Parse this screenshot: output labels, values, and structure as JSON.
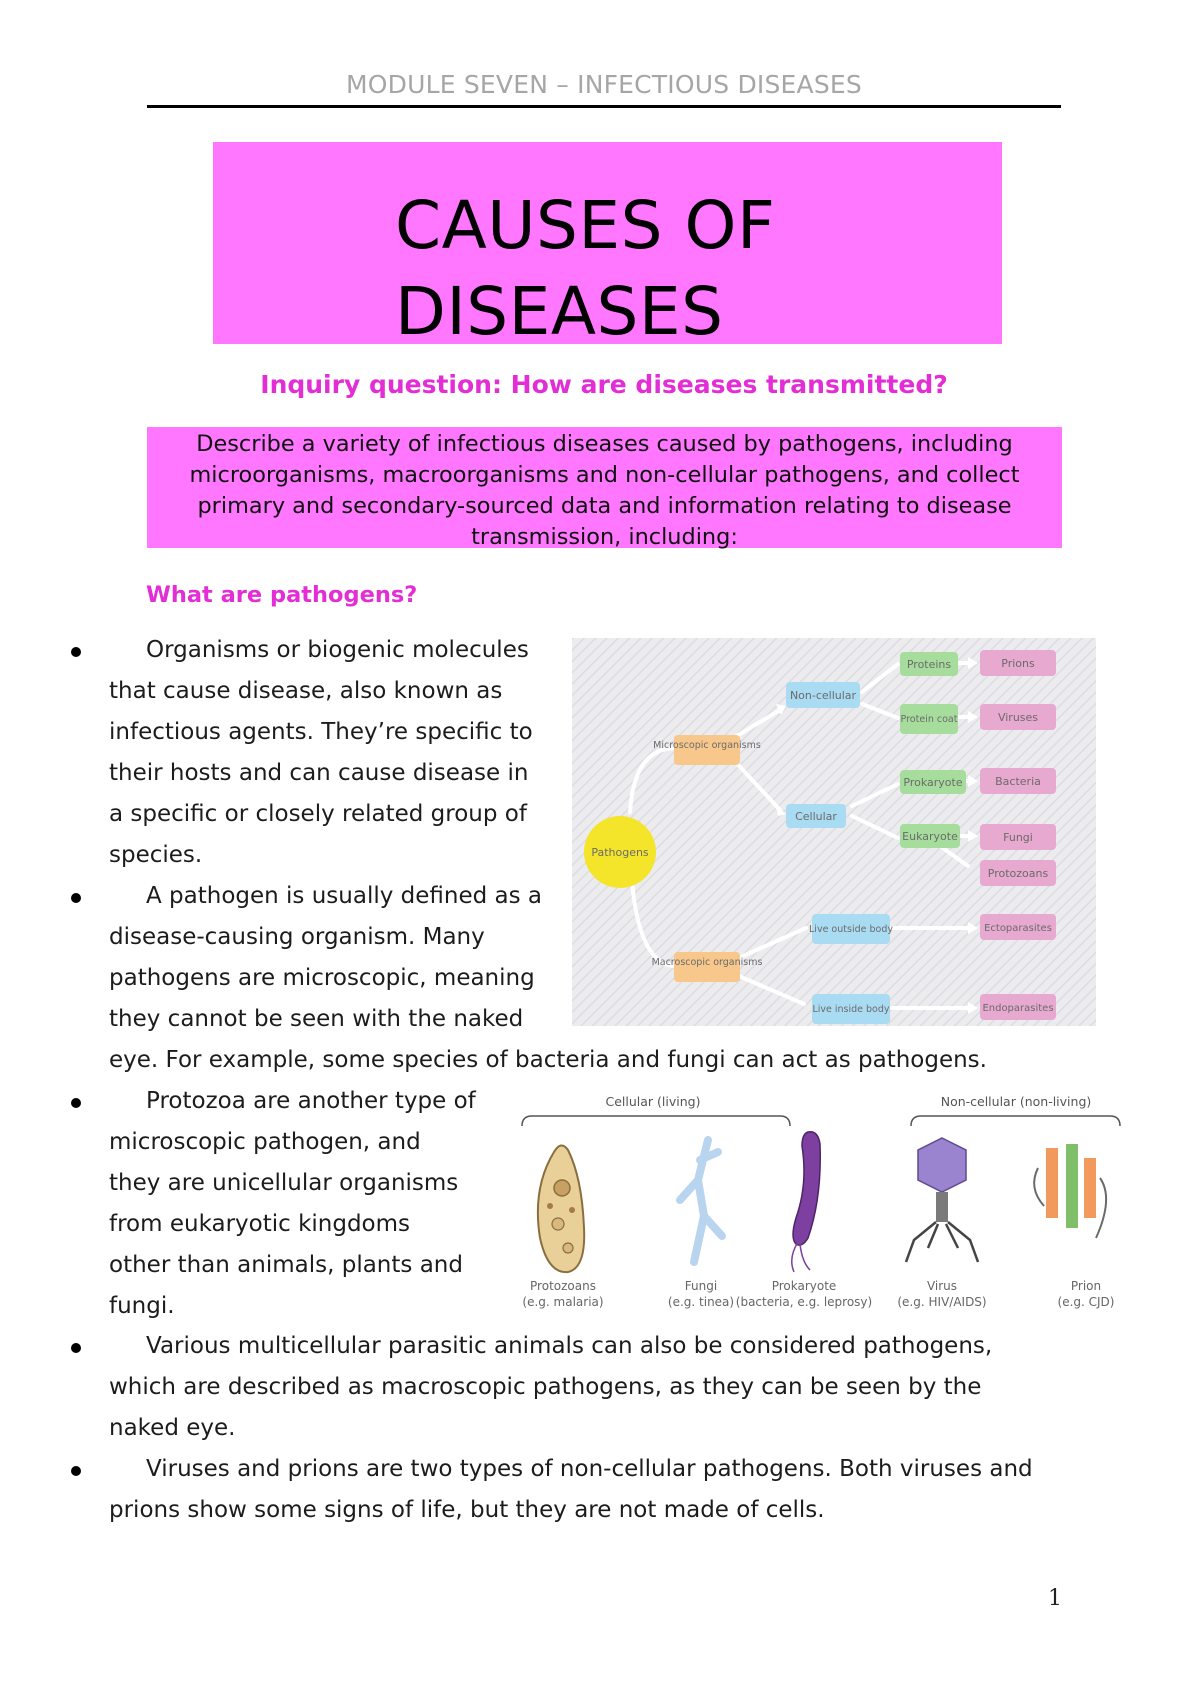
{
  "header": {
    "module": "MODULE SEVEN – INFECTIOUS DISEASES"
  },
  "title": {
    "line1": "CAUSES OF",
    "line2": "DISEASES"
  },
  "inquiry": "Inquiry question: How are diseases transmitted?",
  "describe": {
    "lines": [
      "Describe a variety of infectious diseases caused by pathogens, including",
      "microorganisms, macroorganisms and non-cellular pathogens, and collect",
      "primary and secondary-sourced data and information relating to disease",
      "transmission, including:"
    ]
  },
  "subheading": "What are pathogens?",
  "bullets": [
    {
      "lines": [
        "Organisms or biogenic molecules",
        "that cause disease, also known as",
        "infectious agents. They’re specific to",
        "their hosts and can cause disease in",
        "a specific or closely related group of",
        "species."
      ]
    },
    {
      "lines": [
        "A pathogen is usually defined as a",
        "disease-causing organism. Many",
        "pathogens are microscopic, meaning",
        "they cannot be seen with the naked",
        "eye. For example, some species of bacteria and fungi can act as pathogens."
      ]
    },
    {
      "lines": [
        "Protozoa are another type of",
        "microscopic pathogen, and",
        "they are unicellular organisms",
        "from eukaryotic kingdoms",
        "other than animals, plants and",
        "fungi."
      ]
    },
    {
      "lines": [
        "Various multicellular parasitic animals can also be considered pathogens,",
        "which are described as macroscopic pathogens, as they can be seen by the",
        "naked eye."
      ]
    },
    {
      "lines": [
        "Viruses and prions are two types of non-cellular pathogens. Both viruses and",
        "prions show some signs of life, but they are not made of cells."
      ]
    }
  ],
  "diagram_tree": {
    "root": "Pathogens",
    "level1": [
      "Microscopic organisms",
      "Macroscopic organisms"
    ],
    "level2": [
      "Non-cellular",
      "Cellular",
      "Live outside body",
      "Live inside body"
    ],
    "level3": [
      "Proteins",
      "Protein coat",
      "Prokaryote",
      "Eukaryote"
    ],
    "leaves": [
      "Prions",
      "Viruses",
      "Bacteria",
      "Fungi",
      "Protozoans",
      "Ectoparasites",
      "Endoparasites"
    ],
    "colors": {
      "root": "#f4e42a",
      "level1": "#f7c78b",
      "level2": "#a9dcf2",
      "level3": "#a7dd9c",
      "leaves": "#e7a9cf",
      "background": "#e9e9ec"
    }
  },
  "diagram_cells": {
    "group_cellular": "Cellular (living)",
    "group_noncellular": "Non-cellular (non-living)",
    "items": [
      {
        "name": "Protozoans",
        "example": "(e.g. malaria)"
      },
      {
        "name": "Fungi",
        "example": "(e.g. tinea)"
      },
      {
        "name": "Prokaryote",
        "example": "(bacteria, e.g. leprosy)"
      },
      {
        "name": "Virus",
        "example": "(e.g. HIV/AIDS)"
      },
      {
        "name": "Prion",
        "example": "(e.g. CJD)"
      }
    ]
  },
  "page_number": "1"
}
